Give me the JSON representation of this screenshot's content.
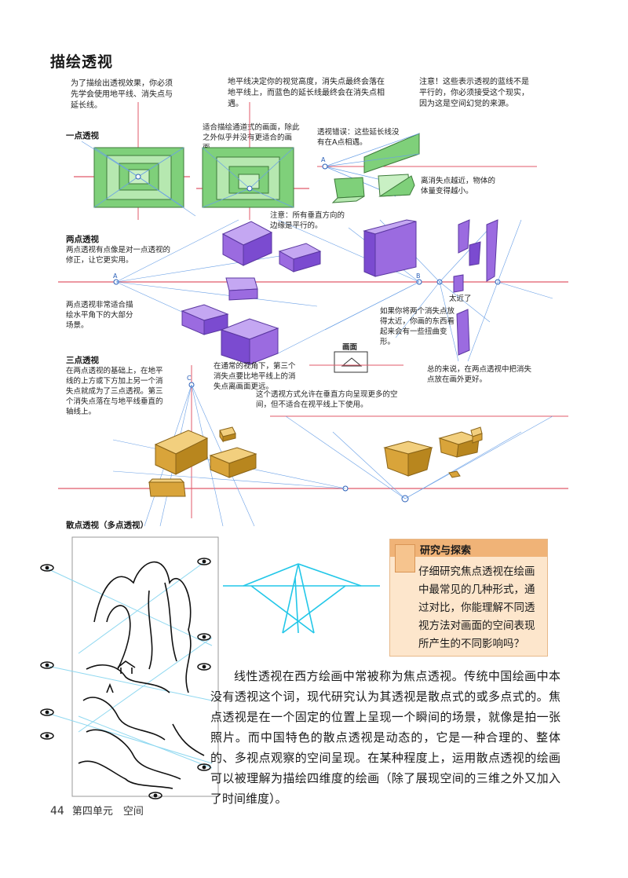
{
  "page_title": "描绘透视",
  "intro_notes": {
    "n1": "为了描绘出透视效果，你必须先学会使用地平线、消失点与延长线。",
    "n2": "地平线决定你的视觉高度，消失点最终会落在地平线上，而蓝色的延长线最终会在消失点相遇。",
    "n3": "注意！这些表示透视的蓝线不是平行的，你必须接受这个现实，因为这是空间幻觉的来源。"
  },
  "one_point": {
    "label": "一点透视",
    "note": "适合描绘通道式的画面，除此之外似乎并没有更适合的画面。",
    "error_note": "透视错误：这些延长线没有在A点相遇。",
    "far_note": "离消失点越近，物体的体量变得越小。",
    "point_a": "A"
  },
  "two_point": {
    "label": "两点透视",
    "desc": "两点透视有点像是对一点透视的修正，让它更实用。",
    "note_vertical": "注意：所有垂直方向的边缘是平行的。",
    "horizontal_note": "两点透视非常适合描绘水平角下的大部分场景。",
    "too_close": "太近了",
    "too_close_note": "如果你将两个消失点放得太近，你画的东西看起来会有一些扭曲变形。",
    "picture_label": "画面",
    "point_a": "A",
    "point_b": "B"
  },
  "three_point": {
    "label": "三点透视",
    "desc": "在两点透视的基础上，在地平线的上方或下方加上另一个消失点就成为了三点透视。第三个消失点落在与地平线垂直的轴线上。",
    "note_normal": "在通常的视角下，第三个消失点要比地平线上的消失点离画面更远。",
    "note_height": "这个透视方式允许在垂直方向呈现更多的空间，但不适合在视平线上下使用。",
    "note_general": "总的来说，在两点透视中把消失点放在画外更好。",
    "point_c": "C"
  },
  "scatter": {
    "label": "散点透视（多点透视）"
  },
  "explore": {
    "title": "研究与探索",
    "body": "仔细研究焦点透视在绘画中最常见的几种形式，通过对比，你能理解不同透视方法对画面的空间表现所产生的不同影响吗？"
  },
  "body_paragraph": "线性透视在西方绘画中常被称为焦点透视。传统中国绘画中本没有透视这个词，现代研究认为其透视是散点式的或多点式的。焦点透视是在一个固定的位置上呈现一个瞬间的场景，就像是拍一张照片。而中国特色的散点透视是动态的，它是一种合理的、整体的、多视点观察的空间呈现。在某种程度上，运用散点透视的绘画可以被理解为描绘四维度的绘画（除了展现空间的三维之外又加入了时间维度）。",
  "footer": {
    "page_number": "44",
    "unit": "第四单元　空间"
  },
  "colors": {
    "green": "#7fd07a",
    "purple": "#9b6be0",
    "gold": "#d9a43a",
    "blue_line": "#6aa0e6",
    "red_line": "#e05a6a",
    "cyan": "#22c7e8",
    "orange_box": "#f0b377"
  }
}
